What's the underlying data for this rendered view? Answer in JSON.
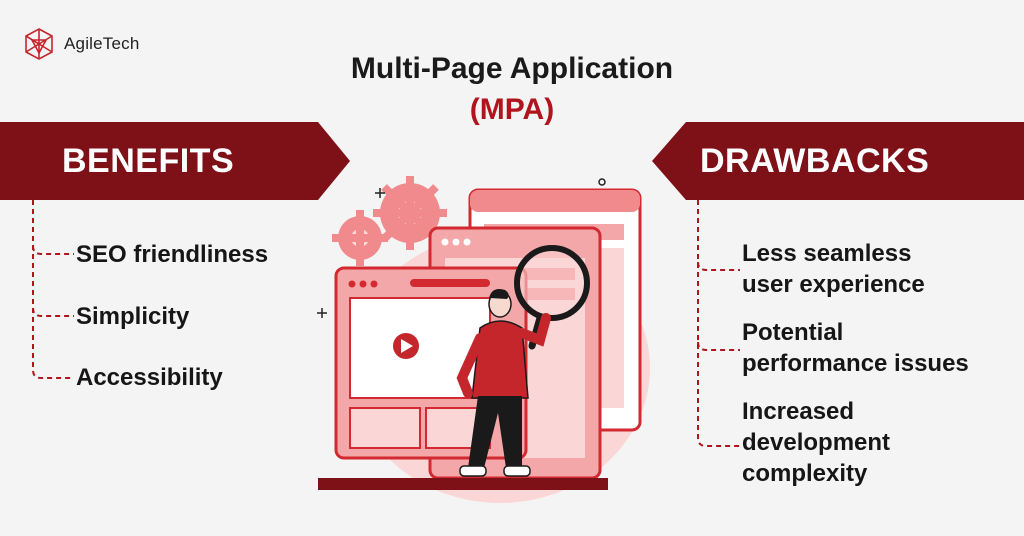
{
  "brand": {
    "name": "AgileTech"
  },
  "header": {
    "title": "Multi-Page Application",
    "subtitle": "(MPA)"
  },
  "benefits": {
    "heading": "BENEFITS",
    "items": [
      "SEO friendliness",
      "Simplicity",
      "Accessibility"
    ]
  },
  "drawbacks": {
    "heading": "DRAWBACKS",
    "items": [
      [
        "Less seamless",
        "user experience"
      ],
      [
        "Potential",
        "performance issues"
      ],
      [
        "Increased",
        "development",
        "complexity"
      ]
    ]
  },
  "colors": {
    "accent": "#b0151e",
    "banner": "#7e1018",
    "pink": "#f4a7a8",
    "light_pink": "#fbd6d6",
    "background": "#f4f4f4"
  },
  "icons": [
    "network-logo-icon",
    "gear-icon",
    "magnifier-icon",
    "play-icon",
    "sparkle-icon"
  ]
}
